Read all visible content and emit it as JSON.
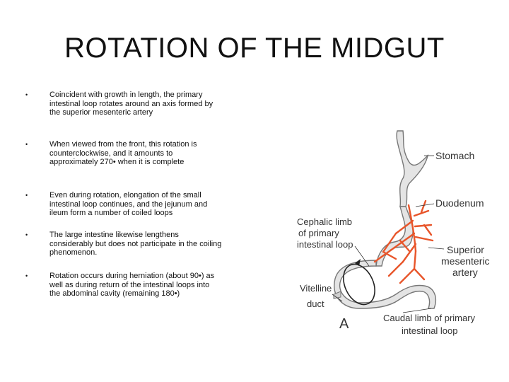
{
  "title": "ROTATION OF THE MIDGUT",
  "bullets": [
    {
      "marker": "•",
      "text": "Coincident with growth in length, the primary intestinal loop rotates around an axis formed by the superior mesenteric artery"
    },
    {
      "marker": "•",
      "text": "When viewed from the front, this rotation is counterclockwise, and it amounts to approximately 270• when it is complete"
    },
    {
      "marker": "•",
      "text": "Even during rotation, elongation of the small intestinal loop continues, and the jejunum and ileum form a number of coiled loops"
    },
    {
      "marker": "•",
      "text": "The large intestine likewise lengthens considerably but does not participate in the coiling phenomenon."
    },
    {
      "marker": "•",
      "text": "Rotation occurs during herniation (about 90•) as well as during return of the intestinal loops into the abdominal cavity (remaining 180•)"
    }
  ],
  "figure": {
    "labels": {
      "stomach": "Stomach",
      "duodenum": "Duodenum",
      "cephalic_line1": "Cephalic limb",
      "cephalic_line2": "of primary",
      "cephalic_line3": "intestinal loop",
      "sma_line1": "Superior",
      "sma_line2": "mesenteric",
      "sma_line3": "artery",
      "vitelline_line1": "Vitelline",
      "vitelline_line2": "duct",
      "caudal_line1": "Caudal limb of primary",
      "caudal_line2": "intestinal loop",
      "panel_letter": "A"
    },
    "colors": {
      "gut_fill": "#e4e4e4",
      "gut_stroke": "#777777",
      "artery": "#e8552a",
      "label": "#333333"
    }
  }
}
